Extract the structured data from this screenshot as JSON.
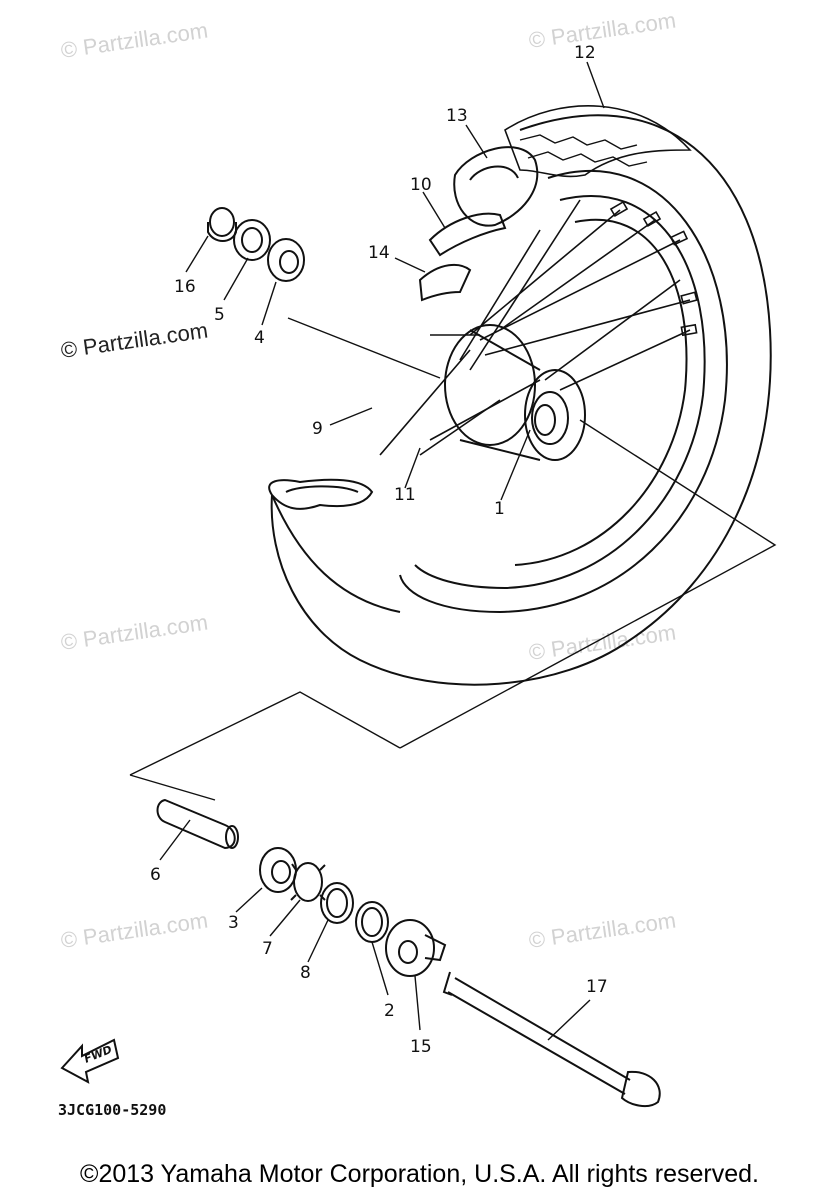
{
  "watermark": "© Partzilla.com",
  "diagram_code": "3JCG100-5290",
  "fwd_label": "FWD",
  "copyright": "©2013  Yamaha Motor Corporation, U.S.A. All rights reserved.",
  "callouts": {
    "c1": "1",
    "c2": "2",
    "c3": "3",
    "c4": "4",
    "c5": "5",
    "c6": "6",
    "c7": "7",
    "c8": "8",
    "c9": "9",
    "c10": "10",
    "c11": "11",
    "c12": "12",
    "c13": "13",
    "c14": "14",
    "c15": "15",
    "c16": "16",
    "c17": "17"
  }
}
